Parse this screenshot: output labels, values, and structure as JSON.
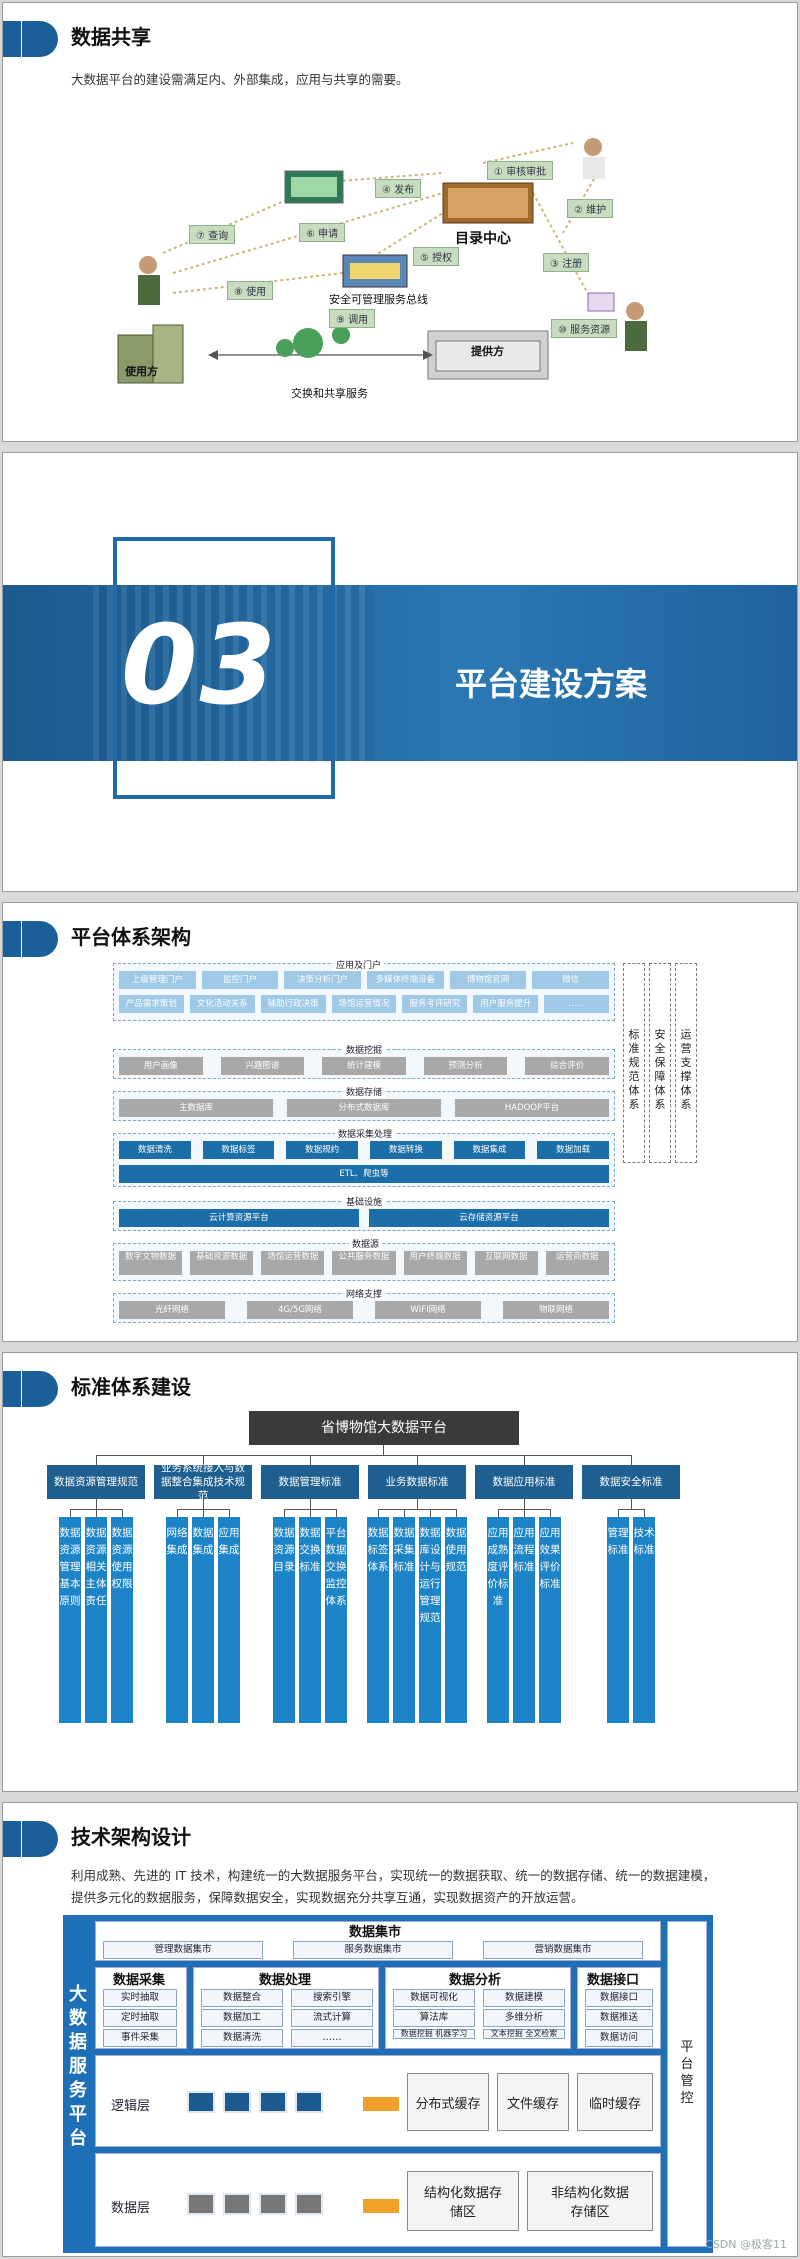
{
  "slide1": {
    "title": "数据共享",
    "desc": "大数据平台的建设需满足内、外部集成，应用与共享的需要。",
    "steps": [
      "① 审核审批",
      "② 维护",
      "③ 注册",
      "④ 发布",
      "⑤ 授权",
      "⑥ 申请",
      "⑦ 查询",
      "⑧ 使用",
      "⑨ 调用",
      "⑩ 服务资源"
    ],
    "nodes": {
      "catalog": "目录中心",
      "bus": "安全可管理服务总线",
      "user": "使用方",
      "provider": "提供方",
      "exchange": "交换和共享服务"
    }
  },
  "slide2": {
    "number": "03",
    "title": "平台建设方案"
  },
  "slide3": {
    "title": "平台体系架构",
    "app_title": "应用及门户",
    "app_row1": [
      "上级管理门户",
      "监控门户",
      "决策分析门户",
      "多媒体终端设备",
      "博物馆官网",
      "微信"
    ],
    "app_row2": [
      "产品需求策划",
      "文化活动关系",
      "辅助行政决策",
      "场馆运营情况",
      "服务考评研究",
      "用户服务提升",
      "……"
    ],
    "mining_title": "数据挖掘",
    "mining": [
      "用户画像",
      "兴趣图谱",
      "统计建模",
      "预测分析",
      "综合评价"
    ],
    "storage_title": "数据存储",
    "storage": [
      "主数据库",
      "分布式数据库",
      "HADOOP平台"
    ],
    "process_title": "数据采集处理",
    "process": [
      "数据清洗",
      "数据标签",
      "数据规约",
      "数据转换",
      "数据集成",
      "数据加载"
    ],
    "etl": "ETL、爬虫等",
    "infra_title": "基础设施",
    "infra": [
      "云计算资源平台",
      "云存储资源平台"
    ],
    "source_title": "数据源",
    "source": [
      "数字文物数据",
      "基础资源数据",
      "场馆运营数据",
      "公共服务数据",
      "用户终端数据",
      "互联网数据",
      "运营商数据"
    ],
    "network_title": "网络支撑",
    "network": [
      "光纤网络",
      "4G/5G网络",
      "WIFI网络",
      "物联网络"
    ],
    "side": [
      "标准规范体系",
      "安全保障体系",
      "运营支撑体系"
    ]
  },
  "slide4": {
    "title": "标准体系建设",
    "root": "省博物馆大数据平台",
    "groups": [
      {
        "label": "数据资源管理规范",
        "children": [
          "数据资源管理基本原则",
          "数据资源相关主体责任",
          "数据资源使用权限"
        ]
      },
      {
        "label": "业务系统接入与数据整合集成技术规范",
        "children": [
          "网络集成",
          "数据集成",
          "应用集成"
        ]
      },
      {
        "label": "数据管理标准",
        "children": [
          "数据资源目录",
          "数据交换标准",
          "平台数据交换监控体系"
        ]
      },
      {
        "label": "业务数据标准",
        "children": [
          "数据标签体系",
          "数据采集标准",
          "数据库设计与运行管理规范",
          "数据使用规范"
        ]
      },
      {
        "label": "数据应用标准",
        "children": [
          "应用成熟度评价标准",
          "应用流程标准",
          "应用效果评价标准"
        ]
      },
      {
        "label": "数据安全标准",
        "children": [
          "管理标准",
          "技术标准"
        ]
      }
    ]
  },
  "slide5": {
    "title": "技术架构设计",
    "desc": "利用成熟、先进的 IT 技术，构建统一的大数据服务平台，实现统一的数据获取、统一的数据存储、统一的数据建模，提供多元化的数据服务，保障数据安全，实现数据充分共享互通，实现数据资产的开放运营。",
    "left_label": "大数据服务平台",
    "right_label": "平台管控",
    "market_title": "数据集市",
    "markets": [
      "管理数据集市",
      "服务数据集市",
      "营销数据集市"
    ],
    "collect_title": "数据采集",
    "collect": [
      "实时抽取",
      "定时抽取",
      "事件采集"
    ],
    "process_title": "数据处理",
    "process": [
      "数据整合",
      "搜索引擎",
      "数据加工",
      "流式计算",
      "数据清洗",
      "……"
    ],
    "analysis_title": "数据分析",
    "analysis": [
      "数据可视化",
      "数据建模",
      "算法库",
      "多维分析",
      "数据挖掘 机器学习",
      "文本挖掘 全文检索"
    ],
    "iface_title": "数据接口",
    "iface": [
      "数据接口",
      "数据推送",
      "数据访问"
    ],
    "logic_label": "逻辑层",
    "data_label": "数据层",
    "cache": [
      "分布式缓存",
      "文件缓存",
      "临时缓存"
    ],
    "stores": [
      "结构化数据存储区",
      "非结构化数据存储区"
    ],
    "watermark": "CSDN @极客11"
  }
}
